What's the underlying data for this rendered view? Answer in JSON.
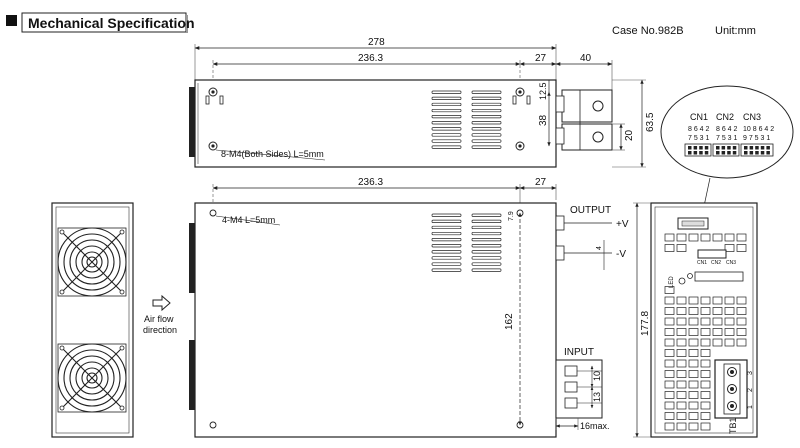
{
  "header": {
    "title": "Mechanical Specification",
    "case_no": "Case No.982B",
    "unit": "Unit:mm"
  },
  "top_view": {
    "dims": {
      "overall_length": "278",
      "hole_span": "236.3",
      "end_offset": "27",
      "terminal_protrusion": "40",
      "hole_from_top": "12.5",
      "hole_spacing": "38",
      "terminal_width": "20",
      "height": "63.5"
    },
    "screw_note": "8-M4(Both Sides) L=5mm"
  },
  "front_view": {
    "dims": {
      "hole_span": "236.3",
      "end_offset": "27",
      "top_offset": "7.9",
      "hole_pitch": "162",
      "output_gap": "4",
      "input_pitch_1": "10",
      "input_pitch_2": "13",
      "terminal_max": "16max."
    },
    "screw_note": "4-M4 L=5mm",
    "output_label": "OUTPUT",
    "pos_label": "+V",
    "neg_label": "-V",
    "input_label": "INPUT"
  },
  "airflow": {
    "line1": "Air flow",
    "line2": "direction"
  },
  "connector_detail": {
    "cn1": "CN1",
    "cn2": "CN2",
    "cn3": "CN3",
    "cn1_even": "8 6 4 2",
    "cn1_odd": "7 5 3 1",
    "cn2_even": "8 6 4 2",
    "cn2_odd": "7 5 3 1",
    "cn3_even": "10 8 6 4 2",
    "cn3_odd": "9 7 5 3 1"
  },
  "side_view": {
    "height_dim": "177.8",
    "led_label": "LED",
    "tb_label": "TB1",
    "pin_1": "1",
    "pin_2": "2",
    "pin_3": "3",
    "mini_cn1": "CN1",
    "mini_cn2": "CN2",
    "mini_cn3": "CN3"
  }
}
